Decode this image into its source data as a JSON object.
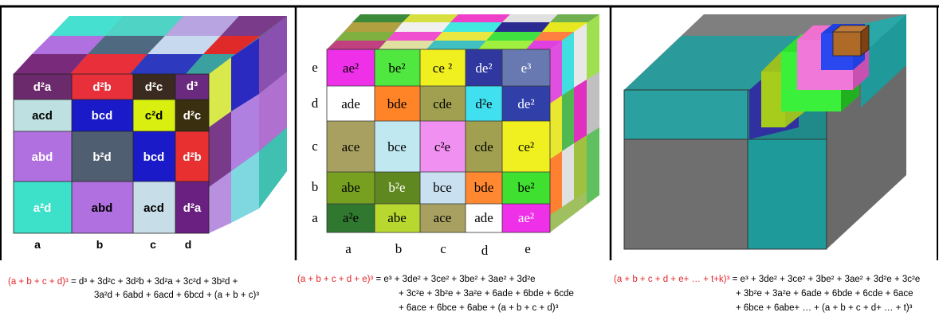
{
  "panel1": {
    "faces": [
      [
        "d²a",
        "d²b",
        "d²c",
        "d³"
      ],
      [
        "acd",
        "bcd",
        "c²d",
        "d²c"
      ],
      [
        "abd",
        "b²d",
        "bcd",
        "d²b"
      ],
      [
        "a²d",
        "abd",
        "acd",
        "d²a"
      ]
    ],
    "bottom_labels": [
      "a",
      "b",
      "c",
      "d"
    ],
    "formula_red": "(a + b + c + d)³",
    "formula_line1": " = d³ + 3d²c + 3d²b + 3d²a + 3c²d + 3b²d +",
    "formula_line2": "3a²d + 6abd + 6acd + 6bcd + (a + b + c)³"
  },
  "panel2": {
    "faces": [
      [
        "ae²",
        "be²",
        "ce ²",
        "de²",
        "e³"
      ],
      [
        "ade",
        "bde",
        "cde",
        "d²e",
        "de²"
      ],
      [
        "ace",
        "bce",
        "c²e",
        "cde",
        "ce²"
      ],
      [
        "abe",
        "b²e",
        "bce",
        "bde",
        "be²"
      ],
      [
        "a²e",
        "abe",
        "ace",
        "ade",
        "ae²"
      ]
    ],
    "row_labels": [
      "e",
      "d",
      "c",
      "b",
      "a"
    ],
    "bottom_labels": [
      "a",
      "b",
      "c",
      "d",
      "e"
    ],
    "formula_red": "(a + b + c + d + e)³",
    "formula_line1": " = e³ + 3de² + 3ce² + 3be² + 3ae² +  3d²e",
    "formula_line2": "+ 3c²e + 3b²e + 3a²e + 6ade + 6bde + 6cde",
    "formula_line3": "+ 6ace + 6bce + 6abe + (a + b + c + d)³"
  },
  "panel3": {
    "formula_red": "(a + b + c + d + e+ … + t+k)³",
    "formula_line1": " = e³ + 3de² + 3ce² + 3be² + 3ae² + 3d²e + 3c²e",
    "formula_line2": "+ 3b²e + 3a²e + 6ade + 6bde + 6cde + 6ace",
    "formula_line3": "+ 6bce + 6abe+ … + (a + b + c + d+ … + t)³"
  }
}
